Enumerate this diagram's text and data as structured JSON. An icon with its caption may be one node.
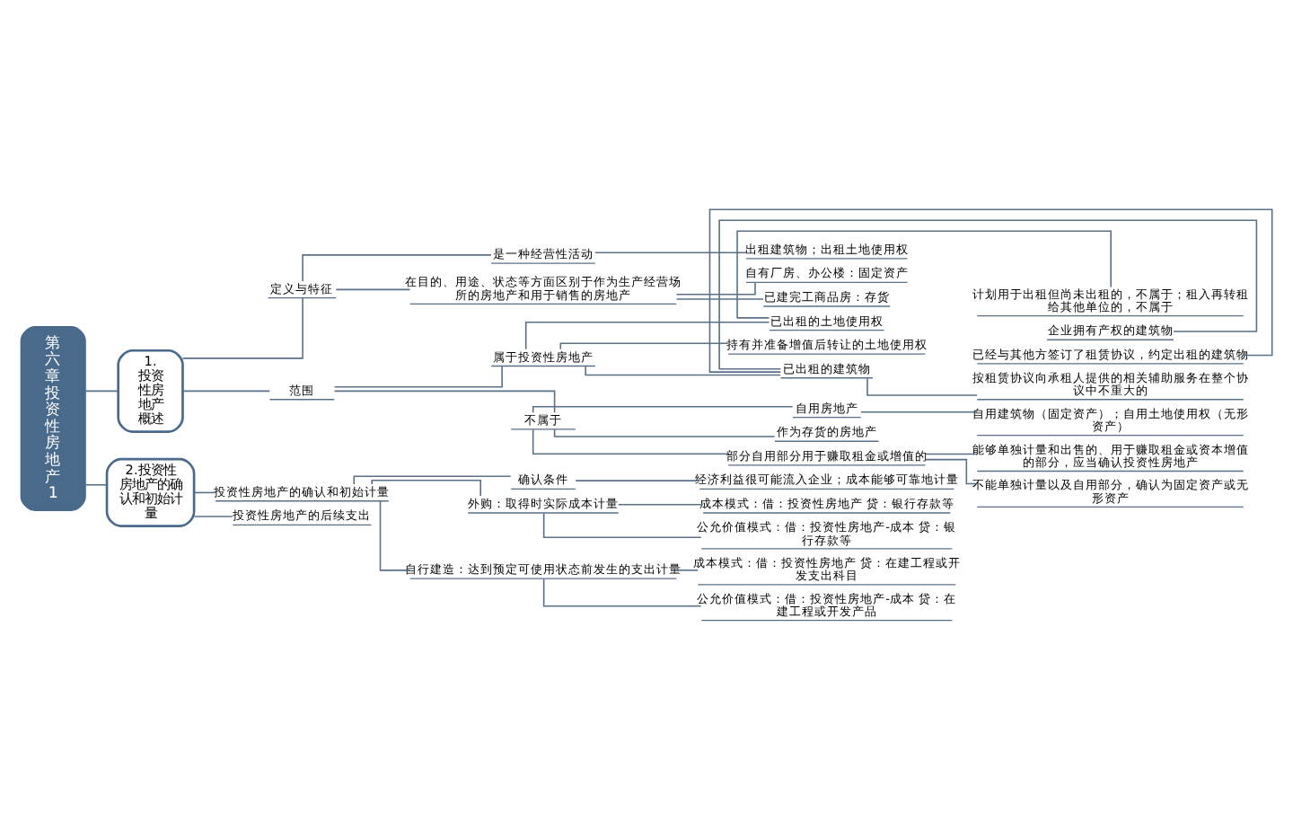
{
  "diagram": {
    "nodes": [
      {
        "text": [
          "第六章投资性房地产1"
        ]
      },
      {
        "text": [
          "1.投资性房地产概述"
        ]
      },
      {
        "text": [
          "定义与特征"
        ]
      },
      {
        "text": [
          "是一种经营性活动"
        ]
      },
      {
        "text": [
          "出租建筑物；出租土地使用权"
        ]
      },
      {
        "text": [
          "在目的、用途、状态等方面区别于作为生产经营场所的房地产和用于销售的房地产"
        ]
      },
      {
        "text": [
          "自有厂房、办公楼：固定资产"
        ]
      },
      {
        "text": [
          "已建完工商品房：存货"
        ]
      },
      {
        "text": [
          "范围"
        ]
      },
      {
        "text": [
          "属于投资性房地产"
        ]
      },
      {
        "text": [
          "已出租的土地使用权"
        ]
      },
      {
        "text": [
          "计划用于出租但尚未出租的，不属于；租入再转租给其他单位的，不属于"
        ]
      },
      {
        "text": [
          "持有并准备增值后转让的土地使用权"
        ]
      },
      {
        "text": [
          "已出租的建筑物"
        ]
      },
      {
        "text": [
          "企业拥有产权的建筑物"
        ]
      },
      {
        "text": [
          "已经与其他方签订了租赁协议，约定出租的建筑物"
        ]
      },
      {
        "text": [
          "按租赁协议向承租人提供的相关辅助服务在整个协议中不重大的"
        ]
      },
      {
        "text": [
          "不属于"
        ]
      },
      {
        "text": [
          "自用房地产"
        ]
      },
      {
        "text": [
          "自用建筑物（固定资产）；自用土地使用权（无形资产）"
        ]
      },
      {
        "text": [
          "作为存货的房地产"
        ]
      },
      {
        "text": [
          "部分自用部分用于赚取租金或增值的"
        ]
      },
      {
        "text": [
          "能够单独计量和出售的、用于赚取租金或资本增值的部分，应当确认投资性房地产"
        ]
      },
      {
        "text": [
          "不能单独计量以及自用部分，确认为固定资产或无形资产"
        ]
      },
      {
        "text": [
          "2.投资性房地产的确认和初始计量"
        ]
      },
      {
        "text": [
          "投资性房地产的确认和初始计量"
        ]
      },
      {
        "text": [
          "确认条件"
        ]
      },
      {
        "text": [
          "经济利益很可能流入企业；成本能够可靠地计量"
        ]
      },
      {
        "text": [
          "外购：取得时实际成本计量"
        ]
      },
      {
        "text": [
          "成本模式：借：投资性房地产 贷：银行存款等"
        ]
      },
      {
        "text": [
          "公允价值模式：借：投资性房地产-成本 贷：银行存款等"
        ]
      },
      {
        "text": [
          "自行建造：达到预定可使用状态前发生的支出计量"
        ]
      },
      {
        "text": [
          "成本模式：借：投资性房地产 贷：在建工程或开发支出科目"
        ]
      },
      {
        "text": [
          "公允价值模式：借：投资性房地产-成本 贷：在建工程或开发产品"
        ]
      },
      {
        "text": [
          "投资性房地产的后续支出"
        ]
      }
    ],
    "edges": [
      {
        "from": 0,
        "to": 1,
        "arrow": "none"
      },
      {
        "from": 1,
        "to": 2,
        "arrow": "none"
      },
      {
        "from": 2,
        "to": 3,
        "arrow": "none"
      },
      {
        "from": 3,
        "to": 4,
        "arrow": "none"
      },
      {
        "from": 2,
        "to": 5,
        "arrow": "none"
      },
      {
        "from": 5,
        "to": 6,
        "arrow": "none"
      },
      {
        "from": 5,
        "to": 7,
        "arrow": "none"
      },
      {
        "from": 1,
        "to": 8,
        "arrow": "none"
      },
      {
        "from": 8,
        "to": 9,
        "arrow": "none"
      },
      {
        "from": 9,
        "to": 10,
        "arrow": "none"
      },
      {
        "from": 10,
        "to": 11,
        "arrow": "none"
      },
      {
        "from": 9,
        "to": 12,
        "arrow": "none"
      },
      {
        "from": 9,
        "to": 13,
        "arrow": "none"
      },
      {
        "from": 13,
        "to": 14,
        "arrow": "none"
      },
      {
        "from": 13,
        "to": 15,
        "arrow": "none"
      },
      {
        "from": 13,
        "to": 16,
        "arrow": "none"
      },
      {
        "from": 8,
        "to": 17,
        "arrow": "none"
      },
      {
        "from": 17,
        "to": 18,
        "arrow": "none"
      },
      {
        "from": 18,
        "to": 19,
        "arrow": "none"
      },
      {
        "from": 17,
        "to": 20,
        "arrow": "none"
      },
      {
        "from": 17,
        "to": 21,
        "arrow": "none"
      },
      {
        "from": 21,
        "to": 22,
        "arrow": "none"
      },
      {
        "from": 21,
        "to": 23,
        "arrow": "none"
      },
      {
        "from": 0,
        "to": 24,
        "arrow": "none"
      },
      {
        "from": 24,
        "to": 25,
        "arrow": "none"
      },
      {
        "from": 25,
        "to": 26,
        "arrow": "none"
      },
      {
        "from": 26,
        "to": 27,
        "arrow": "none"
      },
      {
        "from": 25,
        "to": 28,
        "arrow": "none"
      },
      {
        "from": 28,
        "to": 29,
        "arrow": "none"
      },
      {
        "from": 28,
        "to": 30,
        "arrow": "none"
      },
      {
        "from": 25,
        "to": 31,
        "arrow": "none"
      },
      {
        "from": 31,
        "to": 32,
        "arrow": "none"
      },
      {
        "from": 31,
        "to": 33,
        "arrow": "none"
      },
      {
        "from": 24,
        "to": 34,
        "arrow": "none"
      }
    ]
  }
}
